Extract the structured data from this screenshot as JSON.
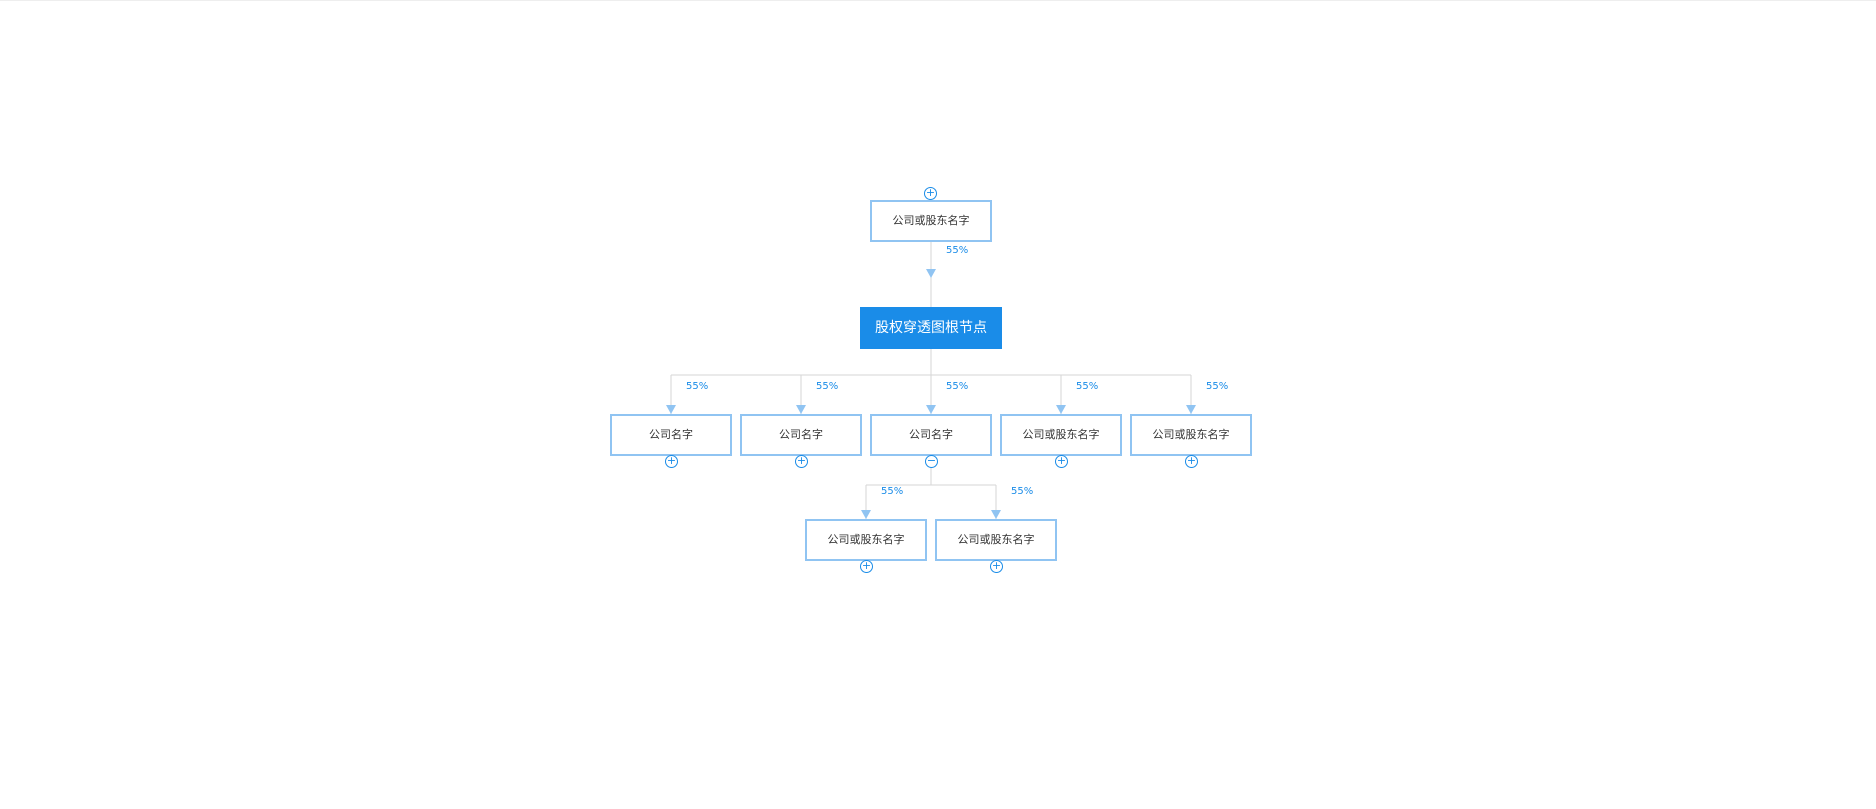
{
  "colors": {
    "root_fill": "#1a8ce8",
    "node_border": "#90c4f2",
    "connector": "#d6d6d6",
    "arrow": "#90c4f2",
    "percent_text": "#1a8ce8",
    "toggle": "#1a8ce8"
  },
  "root": {
    "label": "股权穿透图根节点"
  },
  "parent": {
    "label": "公司或股东名字",
    "percent": "55%",
    "toggle": "+"
  },
  "children": [
    {
      "label": "公司名字",
      "percent": "55%",
      "toggle": "+"
    },
    {
      "label": "公司名字",
      "percent": "55%",
      "toggle": "+"
    },
    {
      "label": "公司名字",
      "percent": "55%",
      "toggle": "−"
    },
    {
      "label": "公司或股东名字",
      "percent": "55%",
      "toggle": "+"
    },
    {
      "label": "公司或股东名字",
      "percent": "55%",
      "toggle": "+"
    }
  ],
  "grandchildren": [
    {
      "label": "公司或股东名字",
      "percent": "55%",
      "toggle": "+"
    },
    {
      "label": "公司或股东名字",
      "percent": "55%",
      "toggle": "+"
    }
  ]
}
